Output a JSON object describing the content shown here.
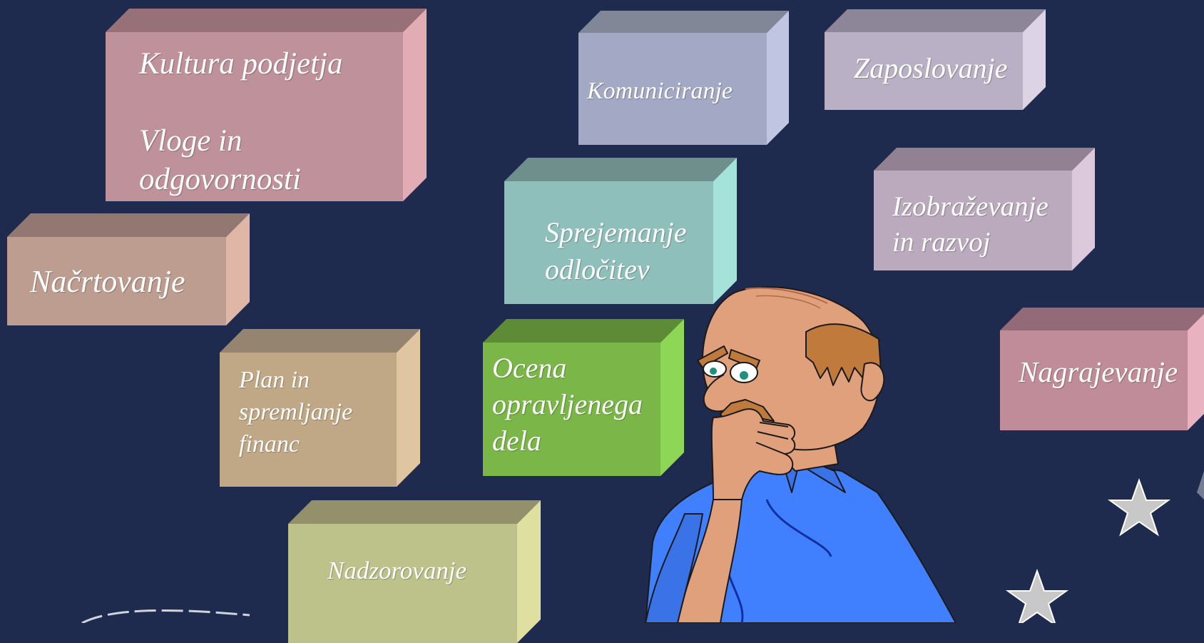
{
  "boxes": [
    {
      "id": "kultura",
      "lines": [
        "Kultura podjetja",
        "",
        "Vloge in",
        "odgovornosti"
      ],
      "color": "#bf919a"
    },
    {
      "id": "nacrtovanje",
      "lines": [
        "Načrtovanje"
      ],
      "color": "#bd9d8f"
    },
    {
      "id": "plan",
      "lines": [
        "Plan in",
        "spremljanje",
        "financ"
      ],
      "color": "#c0a886"
    },
    {
      "id": "nadzorovanje",
      "lines": [
        "Nadzorovanje"
      ],
      "color": "#bcc28a"
    },
    {
      "id": "komuniciranje",
      "lines": [
        "Komuniciranje"
      ],
      "color": "#a3a8c4"
    },
    {
      "id": "sprejemanje",
      "lines": [
        "Sprejemanje",
        "odločitev"
      ],
      "color": "#8fbfbb"
    },
    {
      "id": "ocena",
      "lines": [
        "Ocena",
        "opravljenega",
        "dela"
      ],
      "color": "#7ab648"
    },
    {
      "id": "zaposlovanje",
      "lines": [
        "Zaposlovanje"
      ],
      "color": "#b9b0c5"
    },
    {
      "id": "izobrazevanje",
      "lines": [
        "Izobraževanje",
        "in razvoj"
      ],
      "color": "#bba9bd"
    },
    {
      "id": "nagrajevanje",
      "lines": [
        "Nagrajevanje"
      ],
      "color": "#c08c9a"
    }
  ],
  "colors": {
    "background": "#1e2b4f",
    "text": "#ffffff",
    "skin": "#e0a07c",
    "shirt": "#4080ff",
    "hair": "#bf7a3c"
  },
  "illustration": {
    "figure": "thinking-man",
    "decor": "stars"
  }
}
